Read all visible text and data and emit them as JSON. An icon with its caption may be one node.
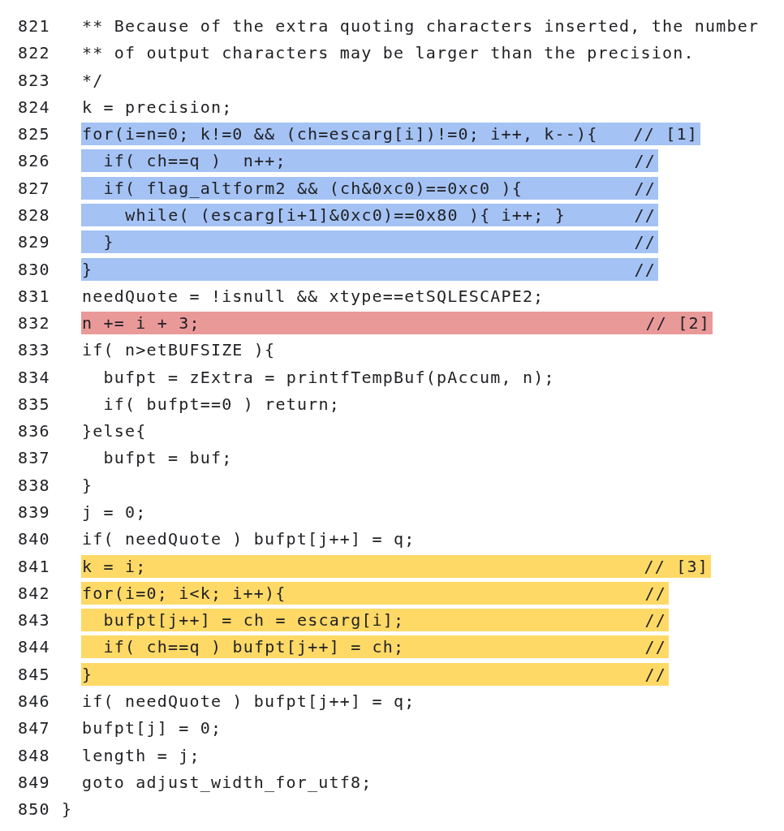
{
  "diagram": {
    "nodes": [
      {
        "text": [
          "for(i=n=0; k!=0 && (ch=escarg[i])!=0; i++, k--){",
          "// [1]"
        ]
      },
      {
        "text": [
          "if( ch==q )  n++;",
          "//"
        ]
      },
      {
        "text": [
          "if( flag_altform2 && (ch&0xc0)==0xc0 ){",
          "//"
        ]
      },
      {
        "text": [
          "while( (escarg[i+1]&0xc0)==0x80 ){ i++; }",
          "//"
        ]
      },
      {
        "text": [
          "}",
          "//"
        ]
      },
      {
        "text": [
          "}",
          "//"
        ]
      },
      {
        "text": [
          "n += i + 3;",
          "// [2]"
        ]
      },
      {
        "text": [
          "k = i;",
          "// [3]"
        ]
      },
      {
        "text": [
          "for(i=0; i<k; i++){",
          "//"
        ]
      },
      {
        "text": [
          "bufpt[j++] = ch = escarg[i];",
          "//"
        ]
      },
      {
        "text": [
          "if( ch==q ) bufpt[j++] = ch;",
          "//"
        ]
      },
      {
        "text": [
          "}",
          "//"
        ]
      }
    ],
    "labels": [
      "821",
      "** Because of the extra quoting characters inserted, the number",
      "822",
      "** of output characters may be larger than the precision.",
      "823",
      "*/",
      "824",
      "k = precision;",
      "825",
      "826",
      "827",
      "828",
      "829",
      "830",
      "831",
      "needQuote = !isnull && xtype==etSQLESCAPE2;",
      "832",
      "833",
      "if( n>etBUFSIZE ){",
      "834",
      "bufpt = zExtra = printfTempBuf(pAccum, n);",
      "835",
      "if( bufpt==0 ) return;",
      "836",
      "}else{",
      "837",
      "bufpt = buf;",
      "838",
      "}",
      "839",
      "j = 0;",
      "840",
      "if( needQuote ) bufpt[j++] = q;",
      "841",
      "842",
      "843",
      "844",
      "845",
      "846",
      "if( needQuote ) bufpt[j++] = q;",
      "847",
      "bufpt[j] = 0;",
      "848",
      "length = j;",
      "849",
      "goto adjust_width_for_utf8;",
      "850",
      "}"
    ]
  }
}
